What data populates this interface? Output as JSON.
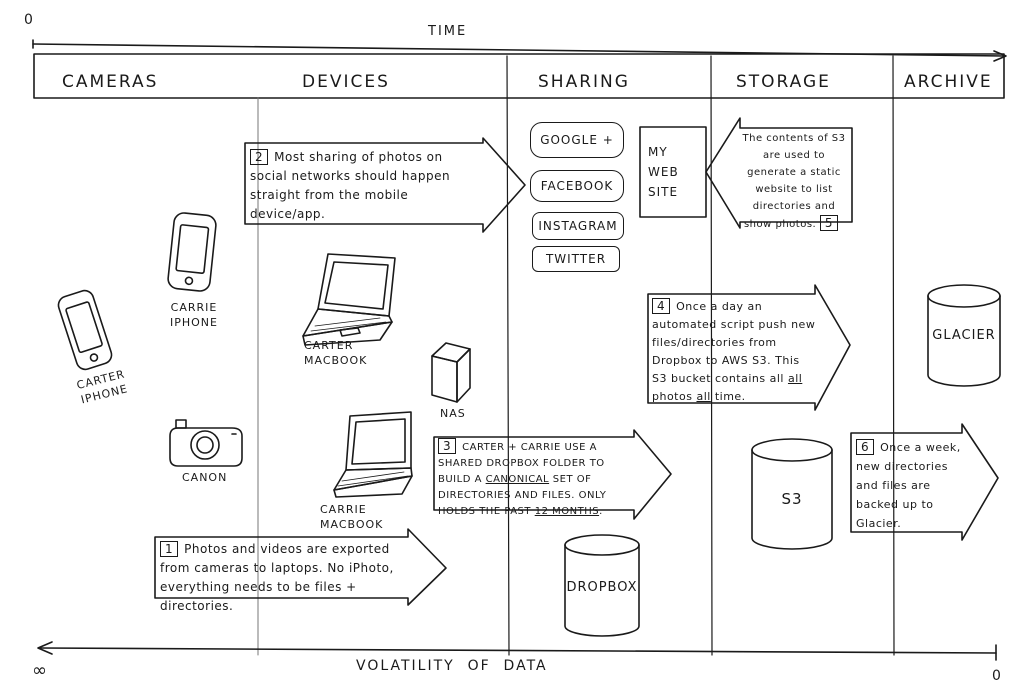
{
  "axes": {
    "time": {
      "start": "0",
      "label": "TIME"
    },
    "volatility": {
      "start": "∞",
      "end": "0",
      "label": "VOLATILITY  OF  DATA"
    }
  },
  "columns": [
    "CAMERAS",
    "DEVICES",
    "SHARING",
    "STORAGE",
    "ARCHIVE"
  ],
  "devices": {
    "carter_iphone": [
      "CARTER",
      "IPHONE"
    ],
    "carrie_iphone": [
      "CARRIE",
      "IPHONE"
    ],
    "carter_macbook": [
      "CARTER",
      "MACBOOK"
    ],
    "carrie_macbook": [
      "CARRIE",
      "MACBOOK"
    ],
    "canon": "CANON",
    "nas": "NAS"
  },
  "services": {
    "google_plus": "GOOGLE +",
    "facebook": "FACEBOOK",
    "instagram": "INSTAGRAM",
    "twitter": "TWITTER",
    "website": [
      "MY",
      "WEB",
      "SITE"
    ]
  },
  "stores": {
    "dropbox": "DROPBOX",
    "s3": "S3",
    "glacier": "GLACIER"
  },
  "notes": {
    "n1": {
      "num": "1",
      "text": "Photos and videos are exported from cameras to laptops. No iPhoto, everything needs to be files + directories."
    },
    "n2": {
      "num": "2",
      "text": "Most sharing of photos on social networks should happen straight from the mobile device/app."
    },
    "n3": {
      "num": "3",
      "text_a": "CARTER + CARRIE USE A SHARED DROPBOX FOLDER TO BUILD A",
      "text_u1": "CANONICAL",
      "text_b": "SET OF DIRECTORIES AND FILES. ONLY HOLDS THE PAST",
      "text_u2": "12 MONTHS",
      "text_c": "."
    },
    "n4": {
      "num": "4",
      "text_a": "Once a day an automated script push new files/directories from Dropbox to AWS S3. This S3 bucket contains all",
      "text_u1": "all",
      "text_b": "photos",
      "text_u2": "all",
      "text_c": "time."
    },
    "n5": {
      "num": "5",
      "text": "The contents of S3 are used to generate a static website to list directories and show photos."
    },
    "n6": {
      "num": "6",
      "text": "Once a week, new directories and files are backed up to Glacier."
    }
  }
}
